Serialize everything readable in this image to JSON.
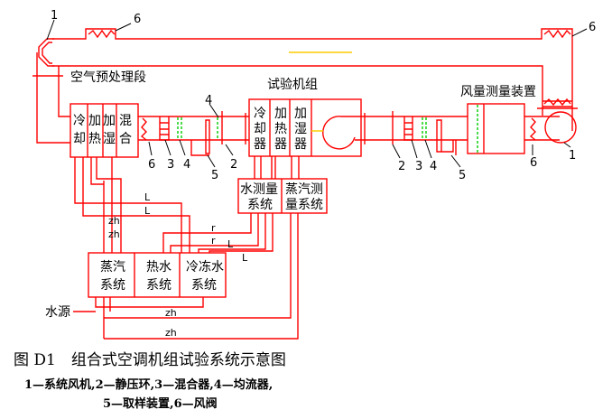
{
  "labels": {
    "pretreatment": "空气预处理段",
    "test_unit": "试验机组",
    "airflow_device": "风量测量装置",
    "water_source": "水源"
  },
  "pretreat_box": [
    "冷",
    "却",
    "加",
    "热",
    "加",
    "湿",
    "混",
    "合"
  ],
  "unit_box": [
    "冷",
    "却",
    "器",
    "加",
    "热",
    "器",
    "加",
    "湿",
    "器"
  ],
  "measure_boxes": {
    "water_1": "水测量",
    "water_2": "系统",
    "steam_1": "蒸汽测",
    "steam_2": "量系统"
  },
  "systems": {
    "steam_1": "蒸汽",
    "steam_2": "系统",
    "hot_1": "热水",
    "hot_2": "系统",
    "chill_1": "冷冻水",
    "chill_2": "系统"
  },
  "pipe_tags": {
    "L": "L",
    "zh": "zh",
    "r": "r"
  },
  "numbers": {
    "n1": "1",
    "n2": "2",
    "n3": "3",
    "n4": "4",
    "n5": "5",
    "n6": "6"
  },
  "caption": {
    "title": "图 D1　组合式空调机组试验系统示意图",
    "legend_1": "1—系统风机,2—静压环,3—混合器,4—均流器,",
    "legend_2": "5—取样装置,6—风阀"
  },
  "colors": {
    "pipe": "#ff0000",
    "flow_equalizer": "#00cc00",
    "arrow": "#ffcc00"
  }
}
